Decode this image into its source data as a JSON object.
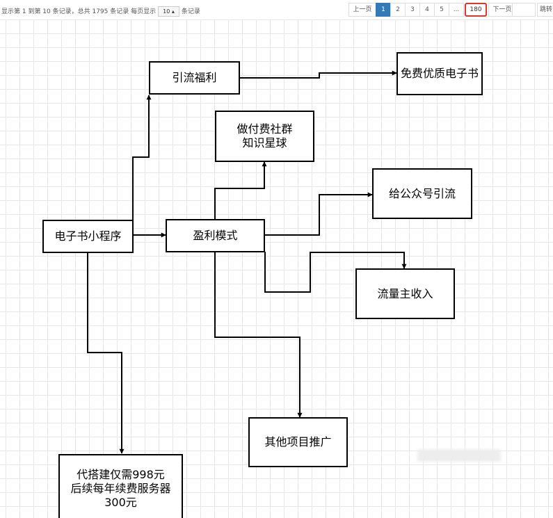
{
  "pagination": {
    "info_prefix": "显示第 1 到第 10 条记录，总共 1795 条记录 每页显示",
    "page_size": "10 ▴",
    "info_suffix": "条记录",
    "prev": "上一页",
    "pages": [
      "1",
      "2",
      "3",
      "4",
      "5",
      "...",
      "180"
    ],
    "active_page": "1",
    "highlighted_page": "180",
    "next": "下一页",
    "jump_label": "跳转"
  },
  "diagram": {
    "nodes": {
      "ebook_app": "电子书小程序",
      "traffic_welfare": "引流福利",
      "free_ebook": "免费优质电子书",
      "paid_community": "做付费社群\n知识星球",
      "profit_model": "盈利模式",
      "wechat_traffic": "给公众号引流",
      "ad_income": "流量主收入",
      "other_promo": "其他项目推广",
      "build_service": "代搭建仅需998元\n后续每年续费服务器\n300元"
    }
  },
  "colors": {
    "accent": "#337ab7",
    "highlight": "#e8322a",
    "stroke": "#000000",
    "grid": "#e6e6e6"
  }
}
